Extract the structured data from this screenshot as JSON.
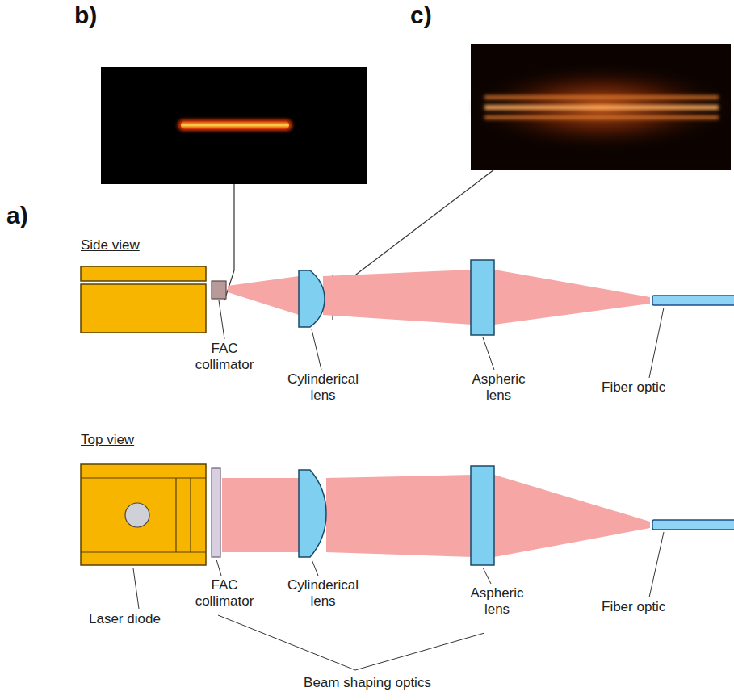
{
  "diagram": {
    "labels": [
      "b)",
      "c)",
      "a)",
      "Side view",
      "FAC collimator",
      "Cylinderical lens",
      "Aspheric lens",
      "Fiber optic",
      "Top view",
      "FAC collimator",
      "Cylinderical lens",
      "Aspheric lens",
      "Fiber optic",
      "Laser diode",
      "Beam shaping optics"
    ]
  }
}
